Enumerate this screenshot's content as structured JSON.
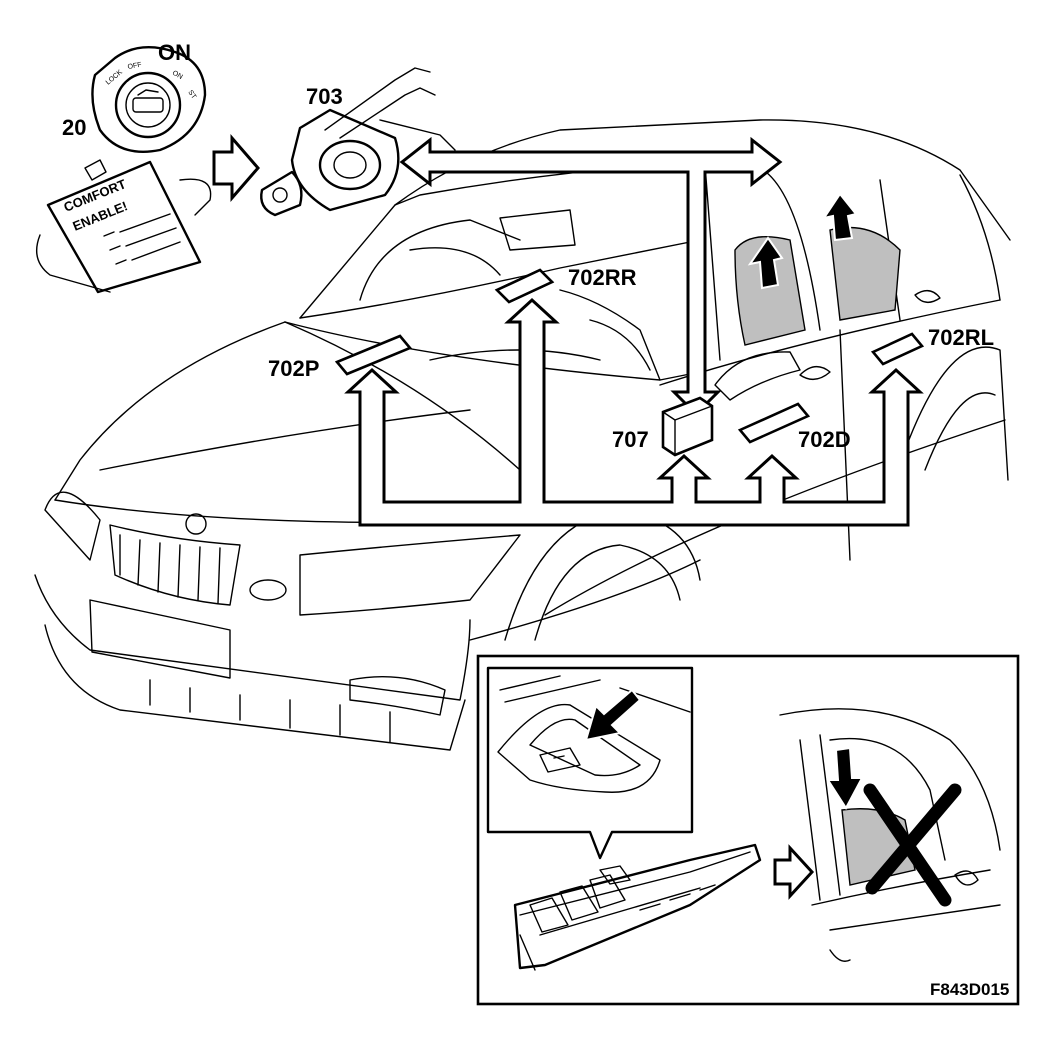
{
  "labels": {
    "ignition_on": "ON",
    "ignition_component": "20",
    "ignition_positions": [
      "LOCK",
      "OFF",
      "ON",
      "ST"
    ],
    "steering_module": "703",
    "window_module_rr": "702RR",
    "window_module_rl": "702RL",
    "window_module_p": "702P",
    "window_module_d": "702D",
    "central_module": "707",
    "figure_code": "F843D015"
  },
  "sign": {
    "line1": "COMFORT",
    "line2": "ENABLE!"
  },
  "colors": {
    "ink": "#000000",
    "paper": "#ffffff",
    "glass": "#bfbfbf"
  }
}
